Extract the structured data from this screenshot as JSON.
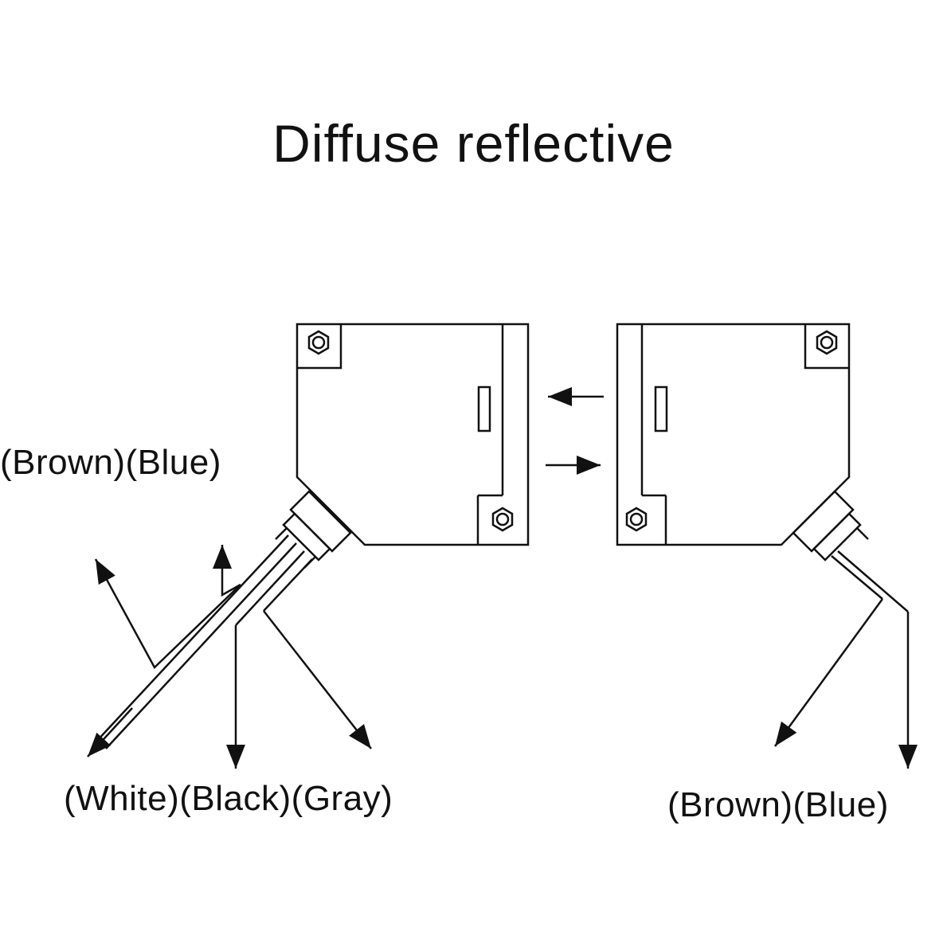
{
  "title": "Diffuse reflective",
  "labels": {
    "left_top": "(Brown)(Blue)",
    "left_bottom": "(White)(Black)(Gray)",
    "right_bottom": "(Brown)(Blue)"
  },
  "colors": {
    "line": "#111111",
    "background": "#ffffff"
  }
}
